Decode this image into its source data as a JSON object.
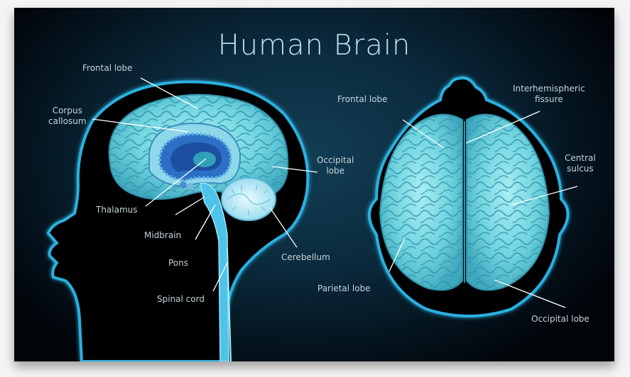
{
  "title": "Human Brain",
  "side_view": {
    "labels": [
      {
        "id": "frontal-lobe",
        "text": "Frontal lobe"
      },
      {
        "id": "corpus-callosum",
        "line1": "Corpus",
        "line2": "callosum"
      },
      {
        "id": "thalamus",
        "text": "Thalamus"
      },
      {
        "id": "midbrain",
        "text": "Midbrain"
      },
      {
        "id": "pons",
        "text": "Pons"
      },
      {
        "id": "spinal-cord",
        "text": "Spinal cord"
      },
      {
        "id": "occipital-lobe",
        "line1": "Occipital",
        "line2": "lobe"
      },
      {
        "id": "cerebellum",
        "text": "Cerebellum"
      }
    ]
  },
  "top_view": {
    "labels": [
      {
        "id": "frontal-lobe",
        "text": "Frontal lobe"
      },
      {
        "id": "interhemispheric-fissure",
        "line1": "Interhemispheric",
        "line2": "fissure"
      },
      {
        "id": "central-sulcus",
        "line1": "Central",
        "line2": "sulcus"
      },
      {
        "id": "parietal-lobe",
        "text": "Parietal lobe"
      },
      {
        "id": "occipital-lobe",
        "text": "Occipital lobe"
      }
    ]
  },
  "colors": {
    "background_center": "#123e55",
    "background_edge": "#010409",
    "glow": "#2bb0e0",
    "brain": "#6fd3de",
    "brain_dark": "#3a9fb5",
    "title": "#bfe3f1",
    "label": "#c3d4da"
  }
}
